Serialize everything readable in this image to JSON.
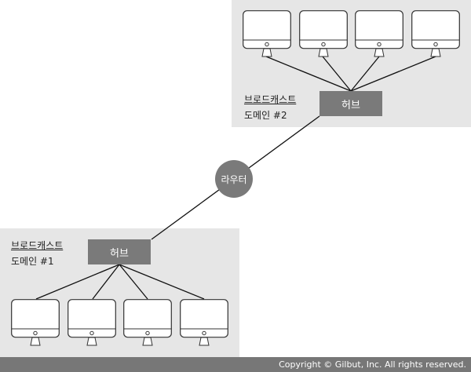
{
  "domains": [
    {
      "label_line1": "브로드캐스트",
      "label_line2": "도메인 #2",
      "hub": "허브",
      "monitors": 4
    },
    {
      "label_line1": "브로드캐스트",
      "label_line2": "도메인 #1",
      "hub": "허브",
      "monitors": 4
    }
  ],
  "router": "라우터",
  "footer": "Copyright © Gilbut, Inc. All rights reserved."
}
